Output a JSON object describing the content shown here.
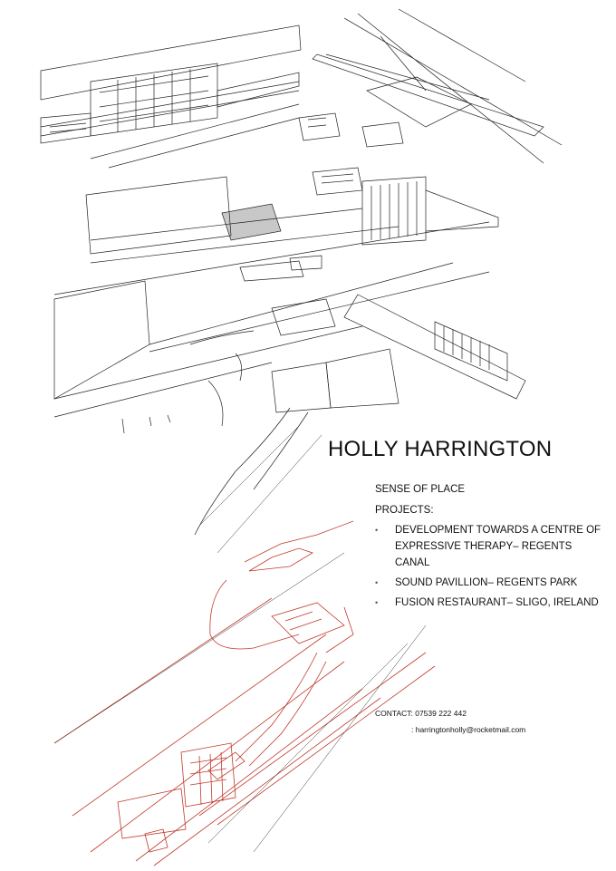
{
  "header": {
    "name": "HOLLY HARRINGTON",
    "subtitle": "SENSE OF PLACE",
    "projects_label": "PROJECTS:"
  },
  "projects": [
    {
      "bullet": "•",
      "text": "DEVELOPMENT TOWARDS A CENTRE OF EXPRESSIVE THERAPY– REGENTS CANAL"
    },
    {
      "bullet": "•",
      "text": "SOUND PAVILLION– REGENTS PARK"
    },
    {
      "bullet": "•",
      "text": "FUSION RESTAURANT– SLIGO, IRELAND"
    }
  ],
  "contact": {
    "phone_line": "CONTACT: 07539 222 442",
    "email_line": ": harringtonholly@rocketmail.com"
  },
  "colors": {
    "line_black": "#222222",
    "line_red": "#c0392b"
  }
}
